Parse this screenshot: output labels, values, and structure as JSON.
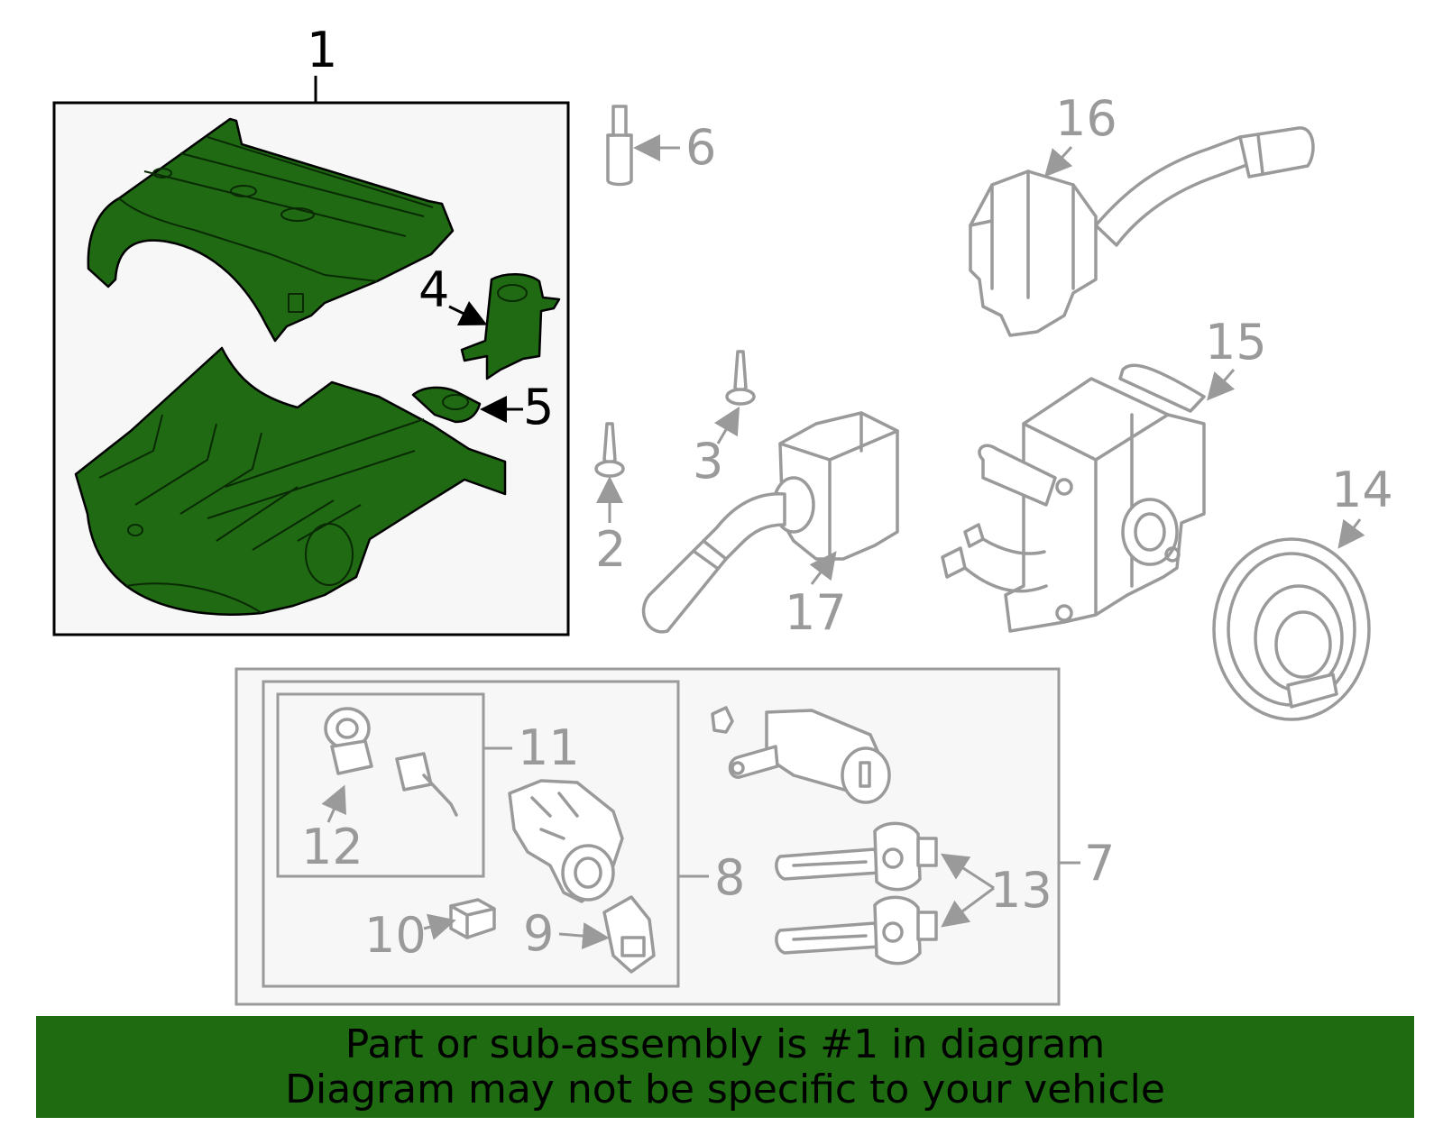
{
  "callouts": {
    "c1": "1",
    "c2": "2",
    "c3": "3",
    "c4": "4",
    "c5": "5",
    "c6": "6",
    "c7": "7",
    "c8": "8",
    "c9": "9",
    "c10": "10",
    "c11": "11",
    "c12": "12",
    "c13": "13",
    "c14": "14",
    "c15": "15",
    "c16": "16",
    "c17": "17"
  },
  "highlight_color": "#1f6a12",
  "muted_color": "#9a9a9a",
  "banner": {
    "line1": "Part or sub-assembly is #1 in diagram",
    "line2": "Diagram may not be specific to your vehicle",
    "background": "#1e6b12"
  }
}
